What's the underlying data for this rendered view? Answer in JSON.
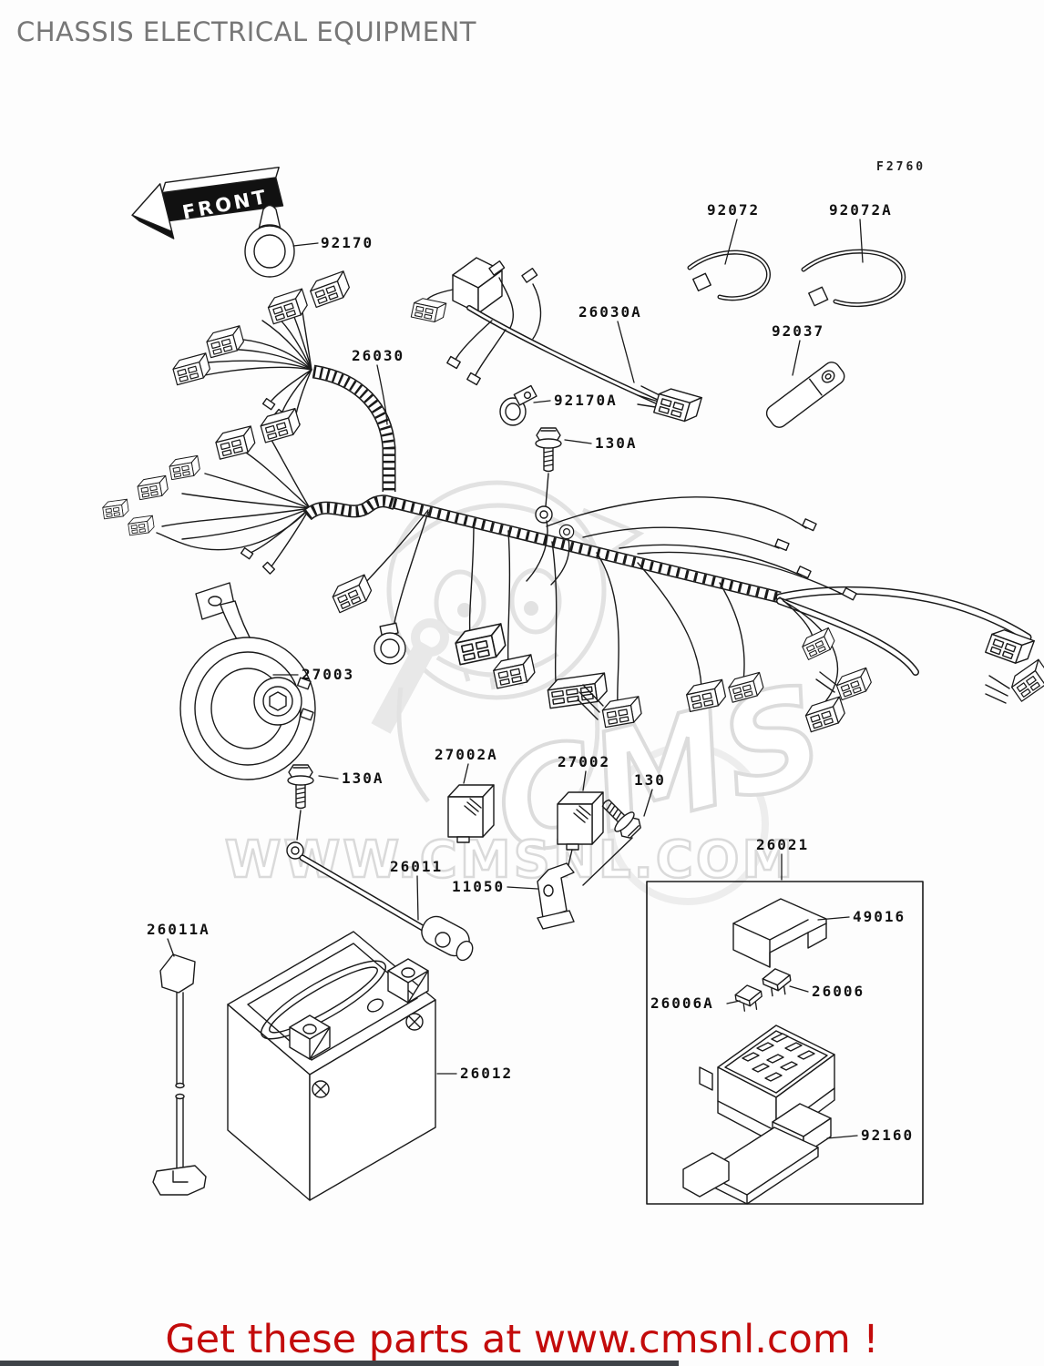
{
  "title": "CHASSIS ELECTRICAL EQUIPMENT",
  "figure_code": "F2760",
  "front_arrow": {
    "label": "FRONT"
  },
  "watermark": {
    "brand": "CMS",
    "url": "WWW.CMSNL.COM"
  },
  "footer": {
    "cta": "Get these parts at www.cmsnl.com !"
  },
  "colors": {
    "line": "#1a1a1a",
    "title_gray": "#777777",
    "footer_red": "#c30b0b",
    "watermark_gray": "#e0e0e0",
    "bottom_bar": "#3f4348"
  },
  "parts": [
    {
      "id": "92170",
      "label": "92170",
      "desc": "grommet"
    },
    {
      "id": "92072",
      "label": "92072",
      "desc": "band"
    },
    {
      "id": "92072A",
      "label": "92072A",
      "desc": "band"
    },
    {
      "id": "92037",
      "label": "92037",
      "desc": "clamp"
    },
    {
      "id": "26030A",
      "label": "26030A",
      "desc": "sub harness"
    },
    {
      "id": "26030",
      "label": "26030",
      "desc": "main harness"
    },
    {
      "id": "92170A",
      "label": "92170A",
      "desc": "clamp"
    },
    {
      "id": "130A-upper",
      "label": "130A",
      "desc": "bolt flanged"
    },
    {
      "id": "27003",
      "label": "27003",
      "desc": "horn"
    },
    {
      "id": "130A-lower",
      "label": "130A",
      "desc": "bolt flanged"
    },
    {
      "id": "27002A",
      "label": "27002A",
      "desc": "relay"
    },
    {
      "id": "27002",
      "label": "27002",
      "desc": "relay"
    },
    {
      "id": "130",
      "label": "130",
      "desc": "bolt flanged"
    },
    {
      "id": "26011",
      "label": "26011",
      "desc": "wire battery"
    },
    {
      "id": "11050",
      "label": "11050",
      "desc": "bracket"
    },
    {
      "id": "26021",
      "label": "26021",
      "desc": "junction box assy"
    },
    {
      "id": "49016",
      "label": "49016",
      "desc": "cover seal"
    },
    {
      "id": "26006",
      "label": "26006",
      "desc": "fuse"
    },
    {
      "id": "26006A",
      "label": "26006A",
      "desc": "fuse"
    },
    {
      "id": "26011A",
      "label": "26011A",
      "desc": "wire lead"
    },
    {
      "id": "26012",
      "label": "26012",
      "desc": "battery"
    },
    {
      "id": "92160",
      "label": "92160",
      "desc": "damper"
    }
  ]
}
